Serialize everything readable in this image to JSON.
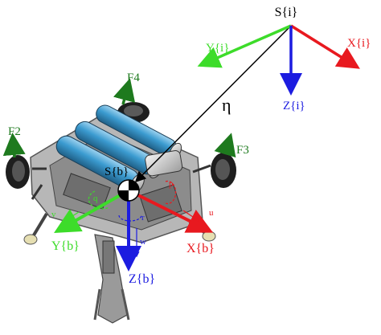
{
  "frames": {
    "inertial": {
      "origin": "S{i}",
      "x": "X{i}",
      "y": "Y{i}",
      "z": "Z{i}"
    },
    "body": {
      "origin": "S{b}",
      "x": "X{b}",
      "y": "Y{b}",
      "z": "Z{b}"
    }
  },
  "position_vector": "η",
  "thrusters": [
    "F2",
    "F3",
    "F4"
  ],
  "velocities": {
    "u": "u",
    "v": "v",
    "w": "w",
    "p": "p",
    "q": "q",
    "r": "r"
  },
  "colors": {
    "x_axis": "#e8191f",
    "y_axis": "#3ddc2a",
    "z_axis": "#1c1ce0",
    "thruster": "#1e7a1e",
    "cylinder": "#3b9bd0",
    "frame_gray": "#9a9a9a",
    "ink": "#000000"
  }
}
